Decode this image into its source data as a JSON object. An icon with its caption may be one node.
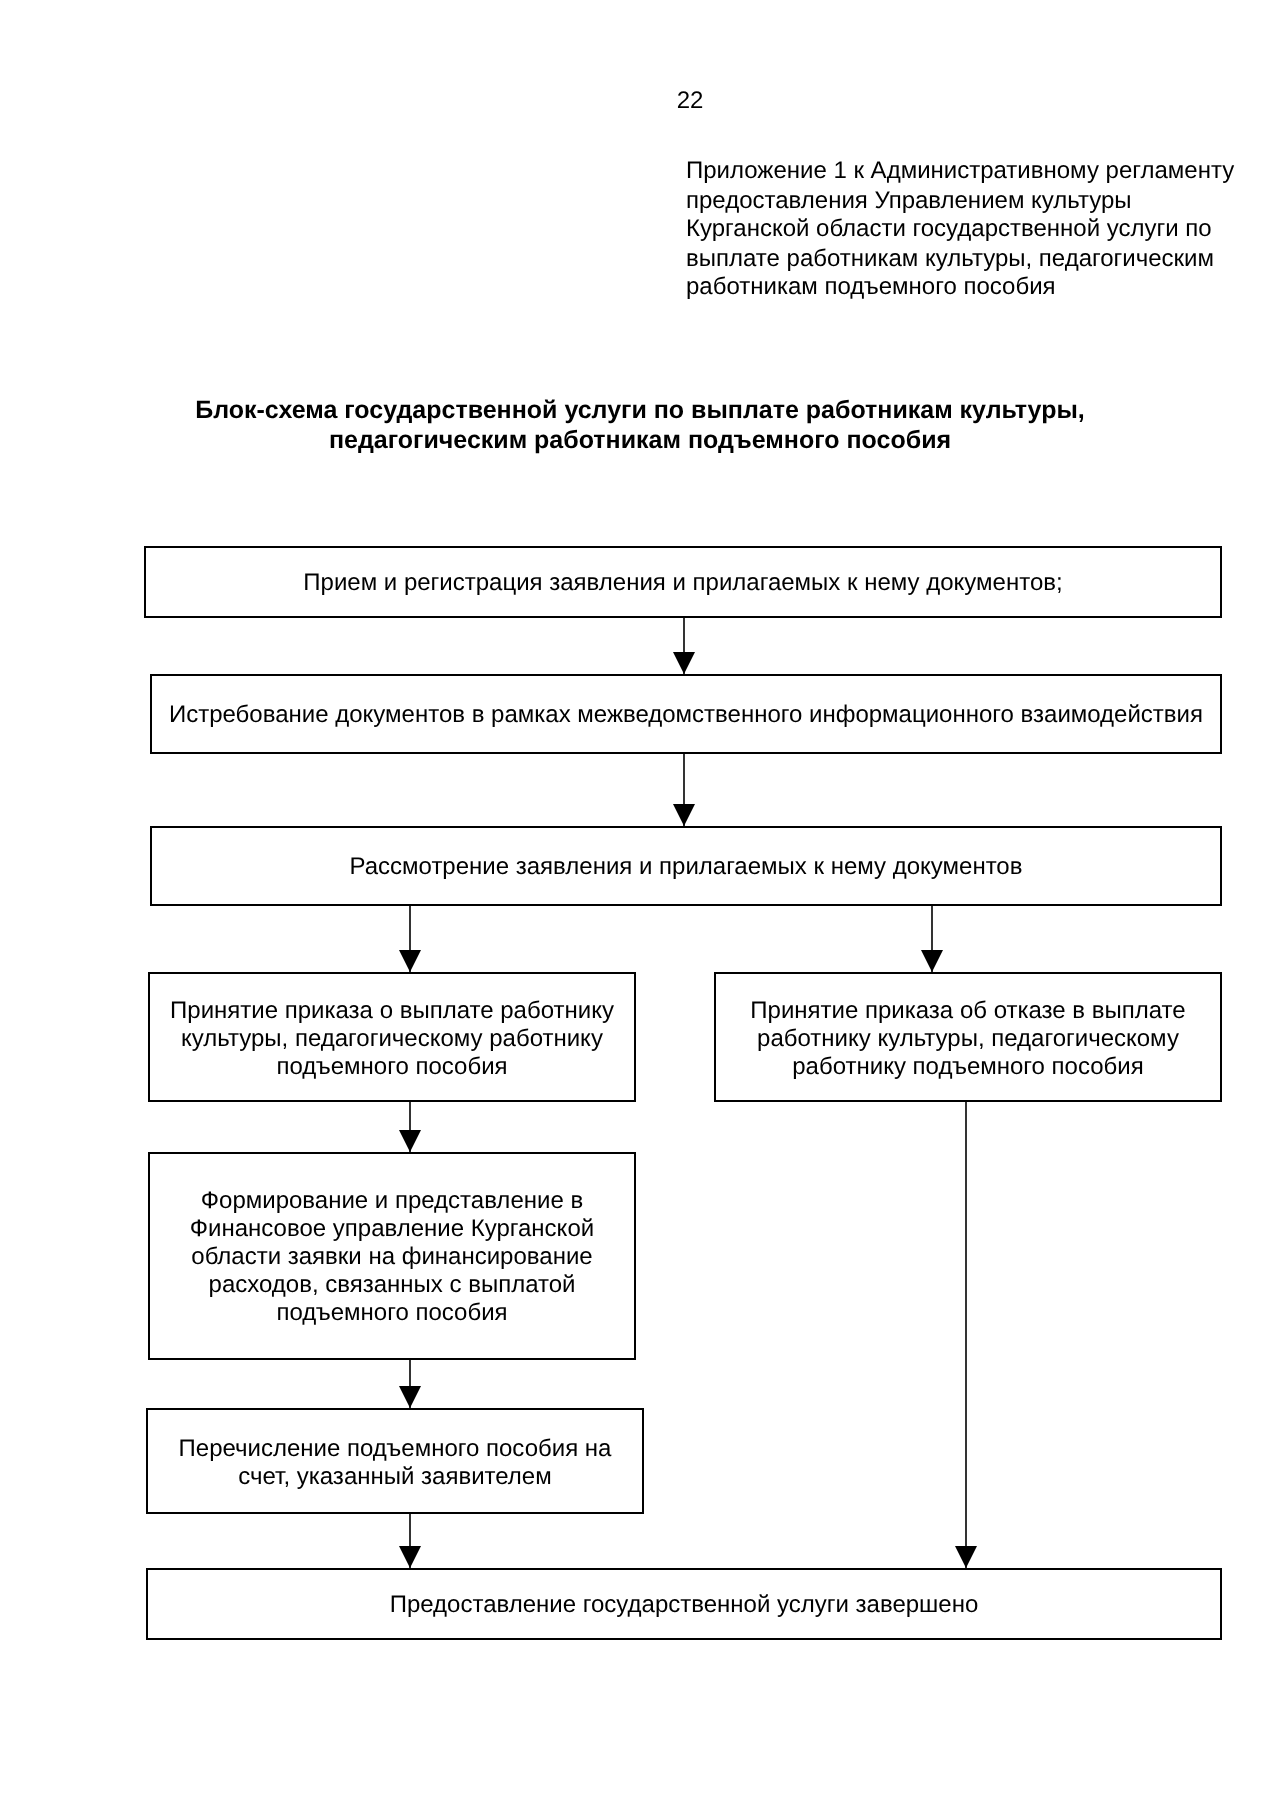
{
  "diagram": {
    "title": "Блок-схема государственной услуги по выплате работникам культуры, педагогическим работникам подъемного пособия",
    "nodes": [
      {
        "text": [
          "Прием и регистрация заявления и прилагаемых к нему документов;"
        ]
      },
      {
        "text": [
          "Истребование документов в рамках межведомственного информационного взаимодействия"
        ]
      },
      {
        "text": [
          "Рассмотрение заявления и прилагаемых к нему документов"
        ]
      },
      {
        "text": [
          "Принятие приказа о выплате работнику культуры, педагогическому работнику подъемного пособия"
        ]
      },
      {
        "text": [
          "Принятие приказа об отказе в выплате работнику культуры, педагогическому работнику подъемного пособия"
        ]
      },
      {
        "text": [
          "Формирование и представление в Финансовое управление Курганской области  заявки на финансирование расходов, связанных с выплатой подъемного пособия"
        ]
      },
      {
        "text": [
          "Перечисление подъемного пособия на счет, указанный заявителем"
        ]
      },
      {
        "text": [
          "Предоставление государственной услуги завершено"
        ]
      }
    ],
    "edges": [
      {
        "from": 0,
        "to": 1,
        "arrow": "to"
      },
      {
        "from": 1,
        "to": 2,
        "arrow": "to"
      },
      {
        "from": 2,
        "to": 3,
        "arrow": "to"
      },
      {
        "from": 2,
        "to": 4,
        "arrow": "to"
      },
      {
        "from": 3,
        "to": 5,
        "arrow": "to"
      },
      {
        "from": 5,
        "to": 6,
        "arrow": "to"
      },
      {
        "from": 6,
        "to": 7,
        "arrow": "to"
      },
      {
        "from": 4,
        "to": 7,
        "arrow": "to"
      }
    ],
    "labels": [
      "22",
      "Приложение 1 к Административному регламенту предоставления Управлением культуры Курганской области государственной услуги по выплате работникам культуры, педагогическим работникам подъемного пособия"
    ]
  }
}
